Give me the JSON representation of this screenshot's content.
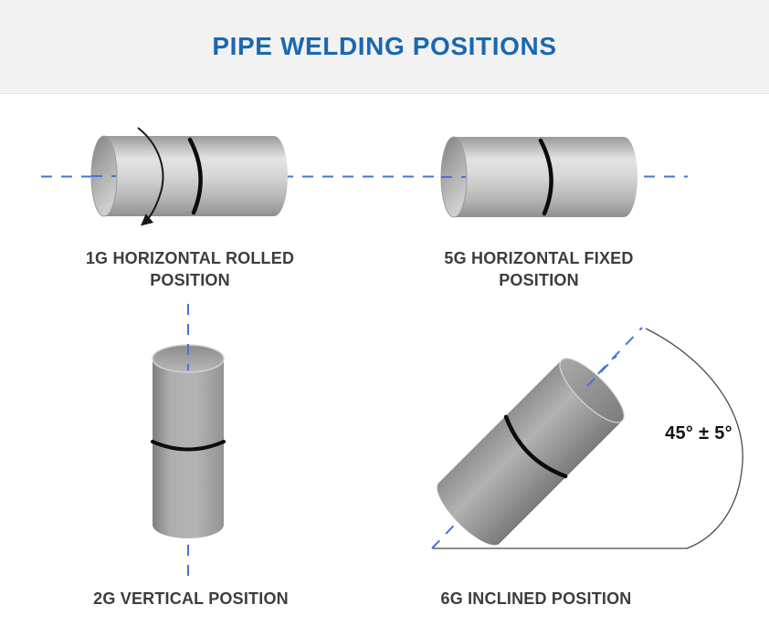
{
  "title": "PIPE WELDING POSITIONS",
  "figures": [
    {
      "id": "1g",
      "label_line1": "1G HORIZONTAL ROLLED",
      "label_line2": "POSITION"
    },
    {
      "id": "5g",
      "label_line1": "5G HORIZONTAL FIXED",
      "label_line2": "POSITION"
    },
    {
      "id": "2g",
      "label": "2G VERTICAL POSITION"
    },
    {
      "id": "6g",
      "label": "6G INCLINED POSITION",
      "angle_annotation": "45° ± 5°"
    }
  ],
  "colors": {
    "title_blue": "#1a68b0",
    "label_gray": "#3d3d3d",
    "centerline_blue": "#4573d6",
    "weld_black": "#0c0c0c",
    "header_background": "#f2f2f2",
    "pipe_gray_light": "#e3e3e3",
    "pipe_gray_dark": "#7d7d7d",
    "angle_line_gray": "#4a4a4a"
  }
}
